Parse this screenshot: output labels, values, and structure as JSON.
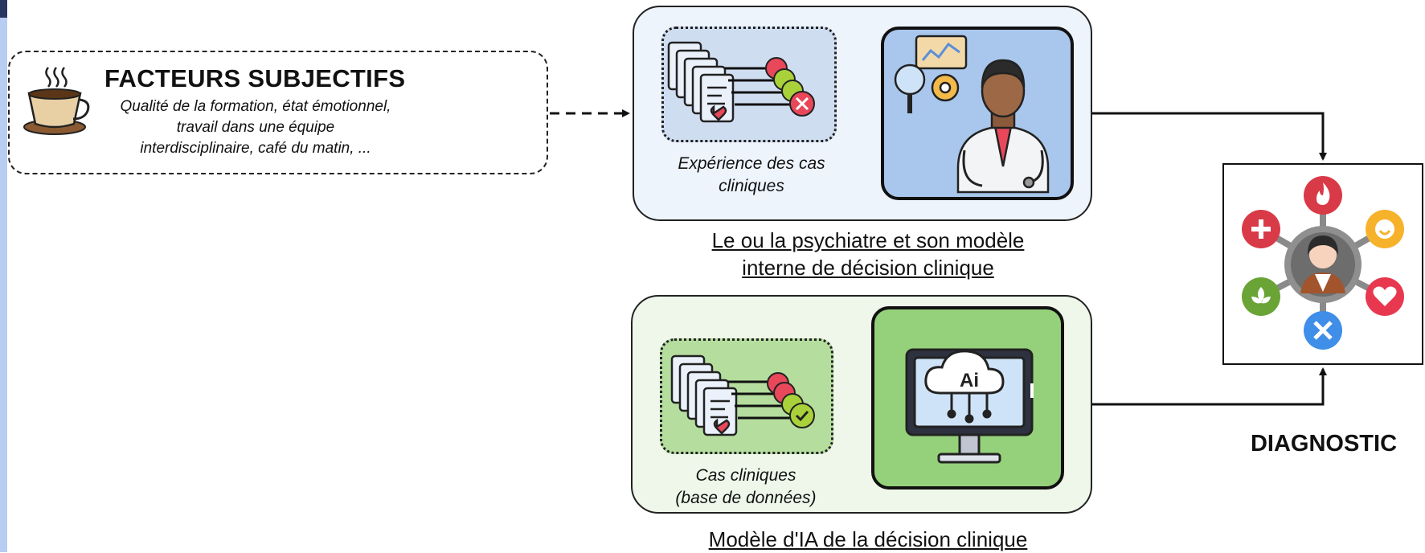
{
  "subjective_factors": {
    "title": "FACTEURS SUBJECTIFS",
    "description_lines": [
      "Qualité de la formation, état émotionnel,",
      "travail dans une équipe",
      "interdisciplinaire, café du matin, ..."
    ],
    "icon": "coffee-cup-icon"
  },
  "psychiatrist": {
    "cases_caption_lines": [
      "Expérience des cas",
      "cliniques"
    ],
    "title_lines": [
      "Le ou la psychiatre et son modèle",
      "interne de décision clinique"
    ],
    "icons": [
      "clinical-records-icon",
      "psychiatrist-icon"
    ],
    "panel_color": "#eef4fc",
    "agent_color": "#a9c6ec"
  },
  "ai_model": {
    "cases_caption_lines": [
      "Cas cliniques",
      "(base de données)"
    ],
    "title_lines": [
      "Modèle d'IA de la décision clinique"
    ],
    "icons": [
      "clinical-records-icon",
      "ai-computer-icon"
    ],
    "monitor_text": "Ai",
    "panel_color": "#eef7e9",
    "agent_color": "#95d17a"
  },
  "diagnostic": {
    "label": "DIAGNOSTIC",
    "icon": "patient-emotions-icon",
    "colors": [
      "#d93a48",
      "#f6b22b",
      "#e8384f",
      "#3f8ee8",
      "#6aa336"
    ]
  }
}
